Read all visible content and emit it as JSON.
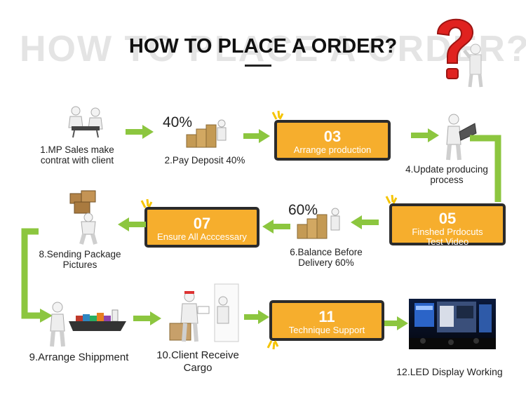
{
  "title": {
    "main": "HOW TO PLACE A ORDER?",
    "watermark": "HOW TO PLACE A ORDER?"
  },
  "steps": [
    {
      "label": "1.MP Sales make contrat with client"
    },
    {
      "label": "2.Pay Deposit 40%",
      "percent": "40%"
    },
    {
      "number": "03",
      "label": "Arrange production"
    },
    {
      "label": "4.Update producing process"
    },
    {
      "number": "05",
      "label": "Finshed Prdocuts Test Video"
    },
    {
      "label": "6.Balance Before Delivery 60%",
      "percent": "60%"
    },
    {
      "number": "07",
      "label": "Ensure All Acccessary"
    },
    {
      "label": "8.Sending Package Pictures"
    },
    {
      "label": "9.Arrange Shippment"
    },
    {
      "label": "10.Client Receive Cargo"
    },
    {
      "number": "11",
      "label": "Technique Support"
    },
    {
      "label": "12.LED Display Working"
    }
  ],
  "colors": {
    "arrow": "#8cc63f",
    "box": "#f6ae2d",
    "box_border": "#2b2b2b",
    "question_mark": "#e0221f",
    "watermark": "#e4e4e4"
  },
  "icons": {
    "step1": "handshake-figures-icon",
    "step2": "coin-stack-icon",
    "step4": "figure-with-laptop-icon",
    "step6": "coin-stack-icon",
    "step8": "figure-carrying-boxes-icon",
    "step9": "figure-with-cargo-ship-icon",
    "step10": "delivery-figure-icon",
    "step12": "led-screen-photo",
    "header": "question-mark-figure-icon"
  }
}
